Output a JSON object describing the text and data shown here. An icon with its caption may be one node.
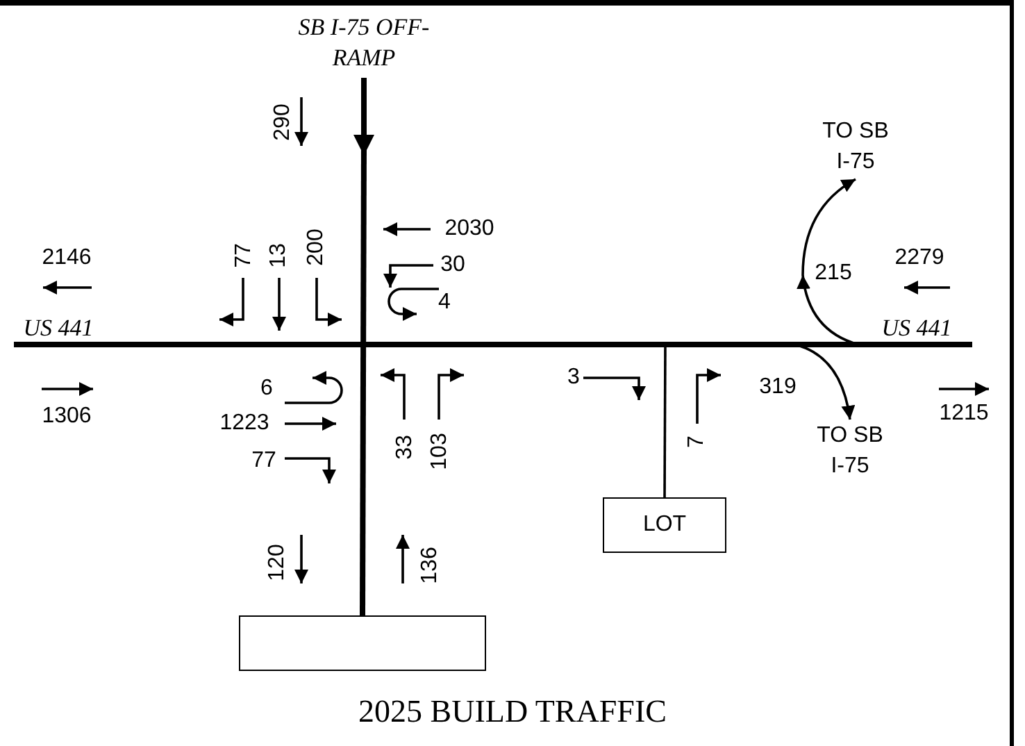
{
  "diagram": {
    "title": "2025 BUILD TRAFFIC",
    "nodes": [
      {
        "text": [
          "SB I-75 OFF-RAMP"
        ]
      },
      {
        "text": [
          "TO SB I-75"
        ]
      },
      {
        "text": [
          "TO SB I-75"
        ]
      },
      {
        "text": [
          "LOT"
        ]
      },
      {
        "text": [],
        "shape": "box"
      }
    ],
    "edges": [
      {
        "from": 0,
        "to": null,
        "arrow": "to",
        "style": "thick"
      },
      {
        "from": null,
        "to": 4,
        "arrow": "none",
        "style": "thick"
      },
      {
        "from": null,
        "to": 1,
        "arrow": "to",
        "label": "215"
      },
      {
        "from": null,
        "to": 2,
        "arrow": "to",
        "label": "319"
      },
      {
        "from": null,
        "to": 3,
        "arrow": "none"
      }
    ],
    "labels": [
      "290",
      "2030",
      "2146",
      "77",
      "13",
      "200",
      "30",
      "2279",
      "US 441",
      "4",
      "US 441",
      "6",
      "1306",
      "3",
      "1215",
      "1223",
      "33",
      "103",
      "7",
      "77",
      "120",
      "136"
    ]
  }
}
